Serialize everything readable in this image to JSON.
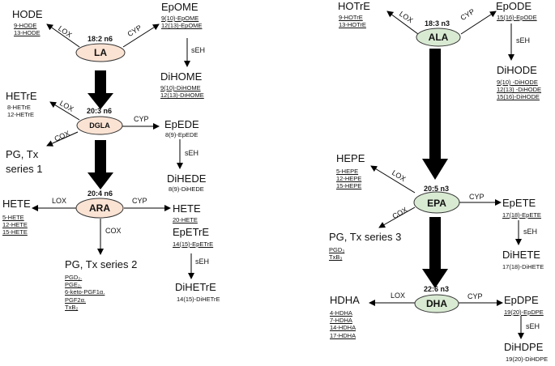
{
  "left": {
    "LA": {
      "header": "18:2 n6",
      "name": "LA",
      "lox": {
        "edge": "LOX",
        "product": "HODE",
        "metabolites": [
          "9-HODE",
          "13-HODE"
        ]
      },
      "cyp": {
        "edge": "CYP",
        "product": "EpOME",
        "metabolites": [
          "9(10)-EpOME",
          "12(13)-EpOME"
        ]
      },
      "seh": {
        "edge": "sEH",
        "product": "DiHOME",
        "metabolites": [
          "9(10)-DiHOME",
          "12(13)-DiHOME"
        ]
      }
    },
    "DGLA": {
      "header": "20:3 n6",
      "name": "DGLA",
      "lox": {
        "edge": "LOX",
        "product": "HETrE",
        "metabolites": [
          "8-HETrE",
          "12-HETrE"
        ]
      },
      "cox": {
        "edge": "COX",
        "product_line1": "PG, Tx",
        "product_line2": "series 1"
      },
      "cyp": {
        "edge": "CYP",
        "product": "EpEDE",
        "metabolite": "8(9)-EpEDE"
      },
      "seh": {
        "edge": "sEH",
        "product": "DiHEDE",
        "metabolite": "8(9)-DiHEDE"
      }
    },
    "ARA": {
      "header": "20:4 n6",
      "name": "ARA",
      "lox": {
        "edge": "LOX",
        "product": "HETE",
        "metabolites": [
          "5-HETE",
          "12-HETE",
          "15-HETE"
        ]
      },
      "cyp": {
        "edge": "CYP",
        "product": "HETE",
        "metabolite": "20-HETE",
        "product2": "EpETrE",
        "metabolite2": "14(15)-EpETrE"
      },
      "seh": {
        "edge": "sEH",
        "product": "DiHETrE",
        "metabolite": "14(15)-DiHETrE"
      },
      "cox": {
        "edge": "COX",
        "product": "PG, Tx series 2",
        "metabolites": [
          "PGD₂.",
          "PGE₂.",
          "6-keto-PGF1α.",
          "PGF2α.",
          "TxB₂"
        ]
      }
    }
  },
  "right": {
    "ALA": {
      "header": "18:3 n3",
      "name": "ALA",
      "lox": {
        "edge": "LOX",
        "product": "HOTrE",
        "metabolites": [
          "9-HOTrE",
          "13-HOTrE"
        ]
      },
      "cyp": {
        "edge": "CYP",
        "product": "EpODE",
        "metabolite": "15(16)-EpODE"
      },
      "seh": {
        "edge": "sEH",
        "product": "DiHODE",
        "metabolites": [
          "9(10) -DiHODE",
          "12(13) -DiHODE",
          "15(16)-DiHODE"
        ]
      }
    },
    "EPA": {
      "header": "20:5 n3",
      "name": "EPA",
      "lox": {
        "edge": "LOX",
        "product": "HEPE",
        "metabolites": [
          "5-HEPE",
          "12-HEPE",
          "15-HEPE"
        ]
      },
      "cox": {
        "edge": "COX",
        "product": "PG, Tx series 3",
        "metabolites": [
          "PGD₃",
          "TxB₃"
        ]
      },
      "cyp": {
        "edge": "CYP",
        "product": "EpETE",
        "metabolite": "17(18)-EpETE"
      },
      "seh": {
        "edge": "sEH",
        "product": "DiHETE",
        "metabolite": "17(18)-DiHETE"
      }
    },
    "DHA": {
      "header": "22:6 n3",
      "name": "DHA",
      "lox": {
        "edge": "LOX",
        "product": "HDHA",
        "metabolites": [
          "4-HDHA",
          "7-HDHA",
          "14-HDHA",
          "17-HDHA"
        ]
      },
      "cyp": {
        "edge": "CYP",
        "product": "EpDPE",
        "metabolite": "19(20)-EpDPE"
      },
      "seh": {
        "edge": "sEH",
        "product": "DiHDPE",
        "metabolite": "19(20)-DiHDPE"
      }
    }
  },
  "colors": {
    "n6_node_fill": "#fbe3d4",
    "n3_node_fill": "#d9ead3",
    "node_stroke": "#333333",
    "arrow": "#000000"
  }
}
